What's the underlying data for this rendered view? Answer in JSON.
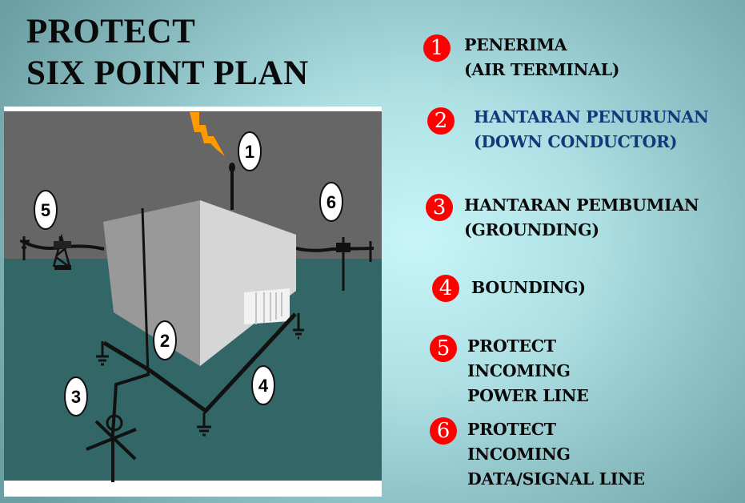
{
  "title": {
    "line1": "PROTECT",
    "line2": "SIX POINT PLAN"
  },
  "diagram": {
    "description": "Building with lightning protection: air terminal, down conductor, grounding, bonding, protected power line and data/signal line",
    "labels": [
      "1",
      "2",
      "3",
      "4",
      "5",
      "6"
    ],
    "colors": {
      "sky": "#666666",
      "ground": "#336666",
      "building_left": "#999999",
      "building_right": "#d6d6d6",
      "lightning": "#ff9900",
      "frame": "#ffffff"
    }
  },
  "legend": {
    "badge_color": "#ff0000",
    "items": [
      {
        "number": "1",
        "lines": [
          "PENERIMA",
          "(AIR TERMINAL)"
        ],
        "color": "#0a0a0a"
      },
      {
        "number": "2",
        "lines": [
          "HANTARAN PENURUNAN",
          "(DOWN CONDUCTOR)"
        ],
        "color": "#133a78"
      },
      {
        "number": "3",
        "lines": [
          "HANTARAN PEMBUMIAN",
          "(GROUNDING)"
        ],
        "color": "#0a0a0a"
      },
      {
        "number": "4",
        "lines": [
          "BOUNDING)"
        ],
        "color": "#0a0a0a"
      },
      {
        "number": "5",
        "lines": [
          "PROTECT",
          "INCOMING",
          "POWER LINE"
        ],
        "color": "#0a0a0a"
      },
      {
        "number": "6",
        "lines": [
          "PROTECT",
          "INCOMING",
          "DATA/SIGNAL LINE"
        ],
        "color": "#0a0a0a"
      }
    ]
  }
}
